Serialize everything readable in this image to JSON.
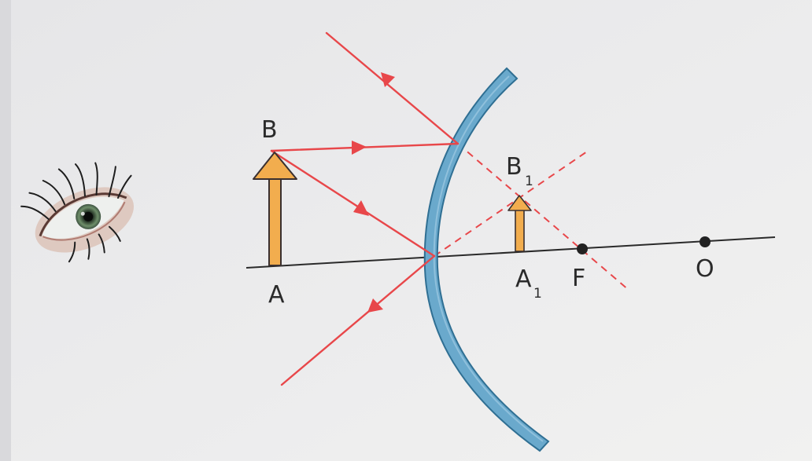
{
  "colors": {
    "background": "#e8e8ea",
    "ray": "#e8474a",
    "mirror_fill": "#6aa9cc",
    "mirror_stroke": "#2f6f93",
    "arrow_fill": "#f2ad4e",
    "arrow_stroke": "#3a3030",
    "axis": "#2a2a2a"
  },
  "icons": {
    "eye": "eye-icon"
  },
  "labels": {
    "object_top": "B",
    "object_base": "A",
    "image_top": "B",
    "image_top_sub": "1",
    "image_base": "A",
    "image_base_sub": "1",
    "focus": "F",
    "center": "O"
  }
}
